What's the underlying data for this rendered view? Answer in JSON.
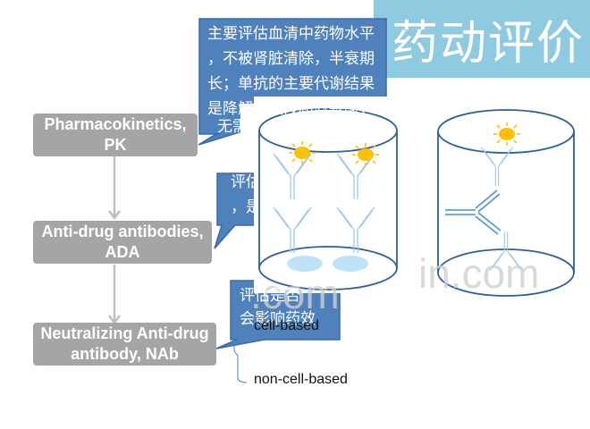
{
  "title": "药动评价",
  "flow": {
    "steps": [
      {
        "line1": "Pharmacokinetics,",
        "line2": "PK"
      },
      {
        "line1": "Anti-drug antibodies,",
        "line2": "ADA"
      },
      {
        "line1": "Neutralizing Anti-drug",
        "line2": "antibody, NAb"
      }
    ]
  },
  "callouts": {
    "pk": {
      "lines": [
        "主要评估血清中药物水平",
        "，不被肾脏清除，半衰期",
        "长；单抗的主要代谢结果",
        "是降解为肽段和氨基酸，",
        "无需进一步"
      ]
    },
    "ada": {
      "lines": [
        "评估",
        "，是"
      ]
    },
    "nab": {
      "lines": [
        "评估是否",
        "会影响药效"
      ]
    }
  },
  "labels": {
    "cell_based": "cell-based",
    "non_cell_based": "non-cell-based"
  },
  "watermark": {
    "left": ".com",
    "right": "in.com"
  },
  "colors": {
    "title_bg": "#8ecae0",
    "flow_box": "#a5a5a5",
    "callout": "#4f81bd",
    "cylinder_stroke": "#2e5f9e",
    "antibody": "#9cc8ec",
    "sun": "#ffc000",
    "well": "#bde3f5"
  }
}
